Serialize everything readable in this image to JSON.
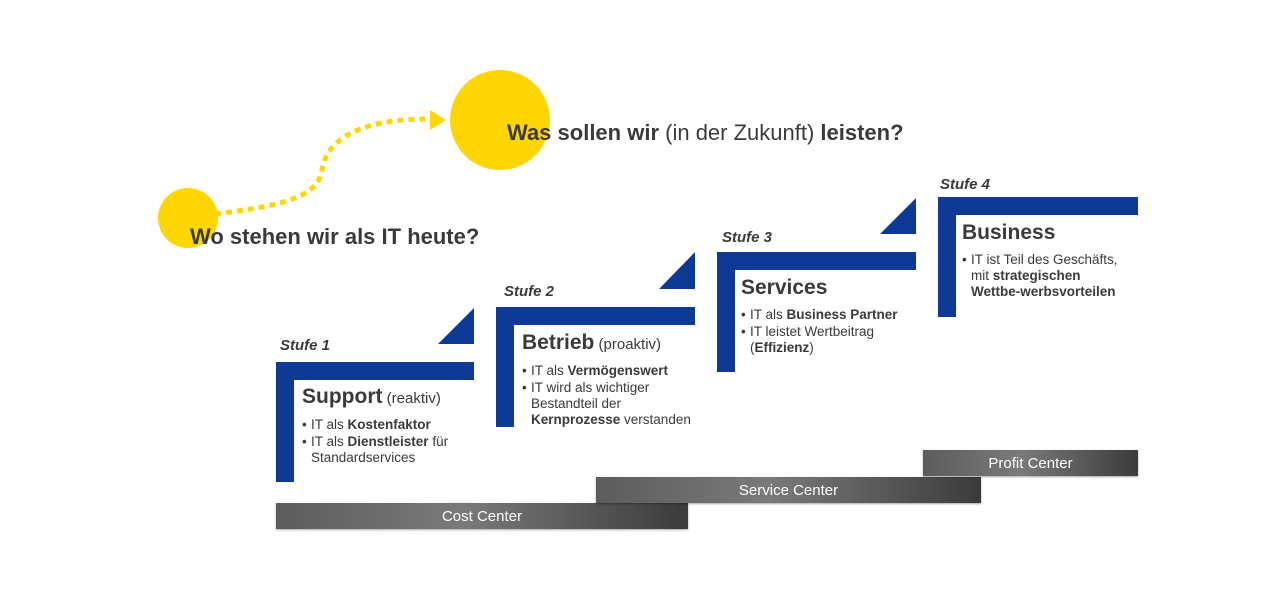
{
  "colors": {
    "accent_blue": "#0e3a96",
    "yellow": "#ffd600",
    "bar_gray": "#5c5c5c",
    "text": "#3a3a3a"
  },
  "questions": {
    "today": {
      "text": "Wo stehen wir als IT heute?"
    },
    "future": {
      "part1": "Was sollen wir",
      "part2": " (in der Zukunft) ",
      "part3": "leisten?"
    }
  },
  "stages": [
    {
      "label": "Stufe 1",
      "title": "Support",
      "subtitle": " (reaktiv)",
      "bullets": [
        {
          "pre": "IT als ",
          "bold": "Kostenfaktor",
          "post": ""
        },
        {
          "pre": "IT als ",
          "bold": "Dienstleister",
          "post": " für Standardservices"
        }
      ]
    },
    {
      "label": "Stufe 2",
      "title": "Betrieb",
      "subtitle": " (proaktiv)",
      "bullets": [
        {
          "pre": "IT als ",
          "bold": "Vermögenswert",
          "post": ""
        },
        {
          "pre": "IT wird als wichtiger Bestandteil der ",
          "bold": "Kernprozesse",
          "post": " verstanden"
        }
      ]
    },
    {
      "label": "Stufe 3",
      "title": "Services",
      "subtitle": "",
      "bullets": [
        {
          "pre": "IT als ",
          "bold": "Business Partner",
          "post": ""
        },
        {
          "pre": "IT leistet Wertbeitrag (",
          "bold": "Effizienz",
          "post": ")"
        }
      ]
    },
    {
      "label": "Stufe 4",
      "title": "Business",
      "subtitle": "",
      "bullets": [
        {
          "pre": "IT ist Teil des Geschäfts, mit ",
          "bold": "strategischen Wettbe-werbsvorteilen",
          "post": ""
        }
      ]
    }
  ],
  "centers": {
    "cost": "Cost Center",
    "service": "Service Center",
    "profit": "Profit Center"
  }
}
